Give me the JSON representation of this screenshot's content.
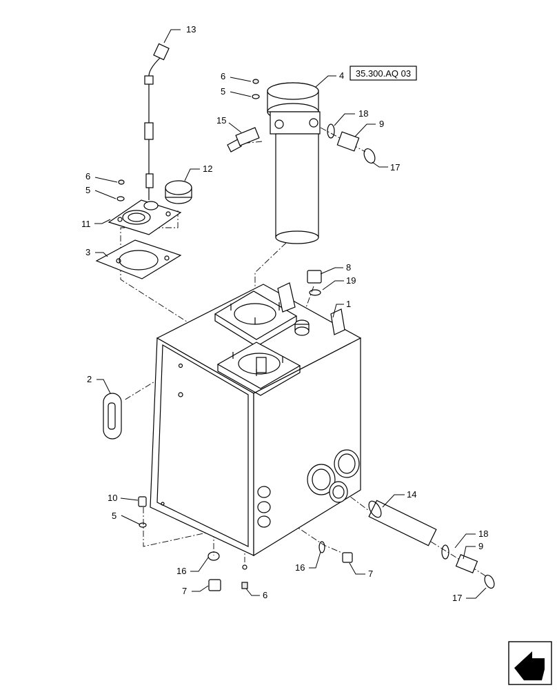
{
  "reference_box": {
    "text": "35.300.AQ 03"
  },
  "callouts": [
    {
      "id": "c13a",
      "number": "13"
    },
    {
      "id": "c6a",
      "number": "6"
    },
    {
      "id": "c5a",
      "number": "5"
    },
    {
      "id": "c4",
      "number": "4"
    },
    {
      "id": "c18a",
      "number": "18"
    },
    {
      "id": "c15",
      "number": "15"
    },
    {
      "id": "c9a",
      "number": "9"
    },
    {
      "id": "c17a",
      "number": "17"
    },
    {
      "id": "c6b",
      "number": "6"
    },
    {
      "id": "c12",
      "number": "12"
    },
    {
      "id": "c5b",
      "number": "5"
    },
    {
      "id": "c11",
      "number": "11"
    },
    {
      "id": "c3",
      "number": "3"
    },
    {
      "id": "c8",
      "number": "8"
    },
    {
      "id": "c19",
      "number": "19"
    },
    {
      "id": "c1",
      "number": "1"
    },
    {
      "id": "c2",
      "number": "2"
    },
    {
      "id": "c14",
      "number": "14"
    },
    {
      "id": "c10",
      "number": "10"
    },
    {
      "id": "c5c",
      "number": "5"
    },
    {
      "id": "c18b",
      "number": "18"
    },
    {
      "id": "c9b",
      "number": "9"
    },
    {
      "id": "c16a",
      "number": "16"
    },
    {
      "id": "c16b",
      "number": "16"
    },
    {
      "id": "c7a",
      "number": "7"
    },
    {
      "id": "c7b",
      "number": "7"
    },
    {
      "id": "c6c",
      "number": "6"
    },
    {
      "id": "c17b",
      "number": "17"
    }
  ],
  "nav_icon": {
    "name": "next-page-arrow-icon"
  }
}
